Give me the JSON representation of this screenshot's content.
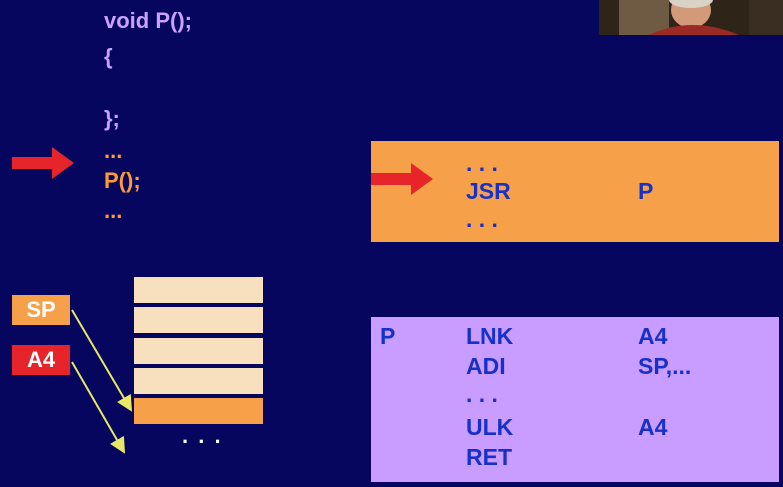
{
  "source_code": {
    "lines": [
      "void P();",
      "{",
      "",
      "};",
      "...",
      "P();",
      "..."
    ]
  },
  "caller_block": {
    "dots_top": ". . .",
    "instruction": "JSR",
    "operand": "P",
    "dots_bottom": ". . ."
  },
  "callee_block": {
    "label": "P",
    "instructions": [
      {
        "op": "LNK",
        "arg": "A4"
      },
      {
        "op": "ADI",
        "arg": "SP,..."
      },
      {
        "op": ". . .",
        "arg": ""
      },
      {
        "op": "ULK",
        "arg": "A4"
      },
      {
        "op": "RET",
        "arg": ""
      }
    ]
  },
  "registers": {
    "sp": "SP",
    "a4": "A4"
  },
  "stack": {
    "cells": 5,
    "dots": ". . ."
  },
  "colors": {
    "background": "#06065e",
    "code_text": "#c9a2ff",
    "code_highlight": "#ff9a36",
    "orange_block": "#f7a04a",
    "purple_block": "#c99cff",
    "asm_text": "#1730c8",
    "arrow_red": "#e8242b",
    "sp_box": "#f7a04a",
    "a4_box": "#e8242b",
    "pointer_line": "#e8e866",
    "stack_cell": "#f8e0bf"
  }
}
